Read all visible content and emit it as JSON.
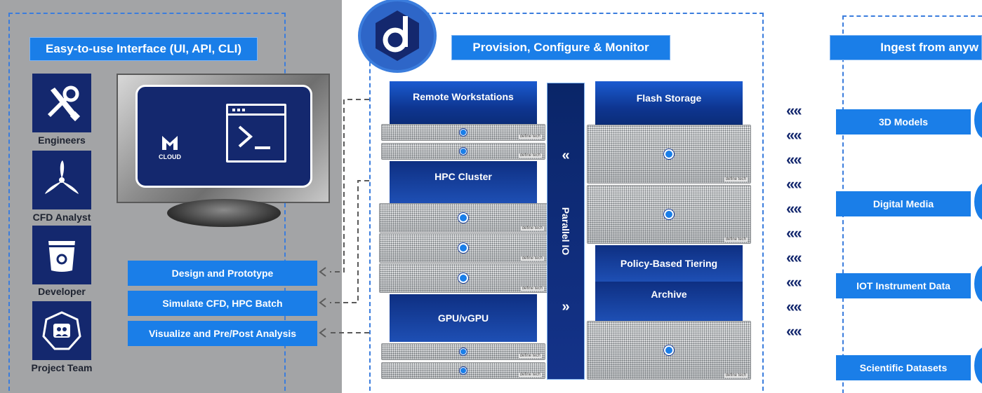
{
  "left_panel": {
    "interface_label": "Easy-to-use Interface (UI, API, CLI)",
    "roles": [
      {
        "icon": "wrench-screwdriver-icon",
        "label": "Engineers"
      },
      {
        "icon": "propeller-icon",
        "label": "CFD Analyst"
      },
      {
        "icon": "bucket-icon",
        "label": "Developer"
      },
      {
        "icon": "project-team-icon",
        "label": "Project Team"
      }
    ],
    "monitor": {
      "logo_text": "CLOUD",
      "terminal_icon": "terminal-icon"
    },
    "actions": [
      "Design and Prototype",
      "Simulate CFD, HPC Batch",
      "Visualize and Pre/Post Analysis"
    ]
  },
  "middle_panel": {
    "logo_icon": "define-tech-logo-icon",
    "provision_label": "Provision, Configure & Monitor",
    "compute_column": {
      "remote_workstations": "Remote Workstations",
      "hpc_cluster": "HPC Cluster",
      "gpu": "GPU/vGPU"
    },
    "parallel_io": "Parallel IO",
    "storage_column": {
      "flash_storage": "Flash Storage",
      "tiering": "Policy-Based Tiering",
      "archive": "Archive"
    },
    "server_tag": "define tech"
  },
  "right_panel": {
    "ingest_label": "Ingest from anyw",
    "sources": [
      "3D Models",
      "Digital Media",
      "IOT Instrument Data",
      "Scientific Datasets"
    ]
  },
  "colors": {
    "accent_blue": "#1a7ee8",
    "navy": "#14286e",
    "panel_gray": "#a3a4a6",
    "dash_blue": "#3b7ddd"
  }
}
